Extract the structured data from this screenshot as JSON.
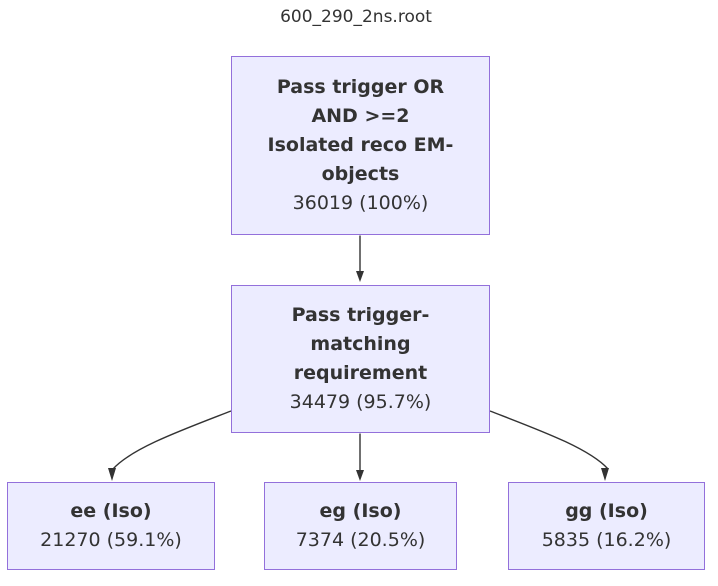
{
  "title": "600_290_2ns.root",
  "colors": {
    "node_fill": "#ECECFF",
    "node_border": "#9370DB",
    "edge": "#333333",
    "text": "#333333",
    "background": "#FFFFFF"
  },
  "nodes": {
    "root": {
      "label": "Pass trigger OR\nAND >=2\nIsolated reco EM-\nobjects",
      "count": "36019 (100%)"
    },
    "match": {
      "label": "Pass trigger-\nmatching\nrequirement",
      "count": "34479 (95.7%)"
    },
    "ee": {
      "label": "ee (Iso)",
      "count": "21270 (59.1%)"
    },
    "eg": {
      "label": "eg (Iso)",
      "count": "7374 (20.5%)"
    },
    "gg": {
      "label": "gg (Iso)",
      "count": "5835 (16.2%)"
    }
  },
  "edges": [
    {
      "from": "root",
      "to": "match"
    },
    {
      "from": "match",
      "to": "ee"
    },
    {
      "from": "match",
      "to": "eg"
    },
    {
      "from": "match",
      "to": "gg"
    }
  ]
}
